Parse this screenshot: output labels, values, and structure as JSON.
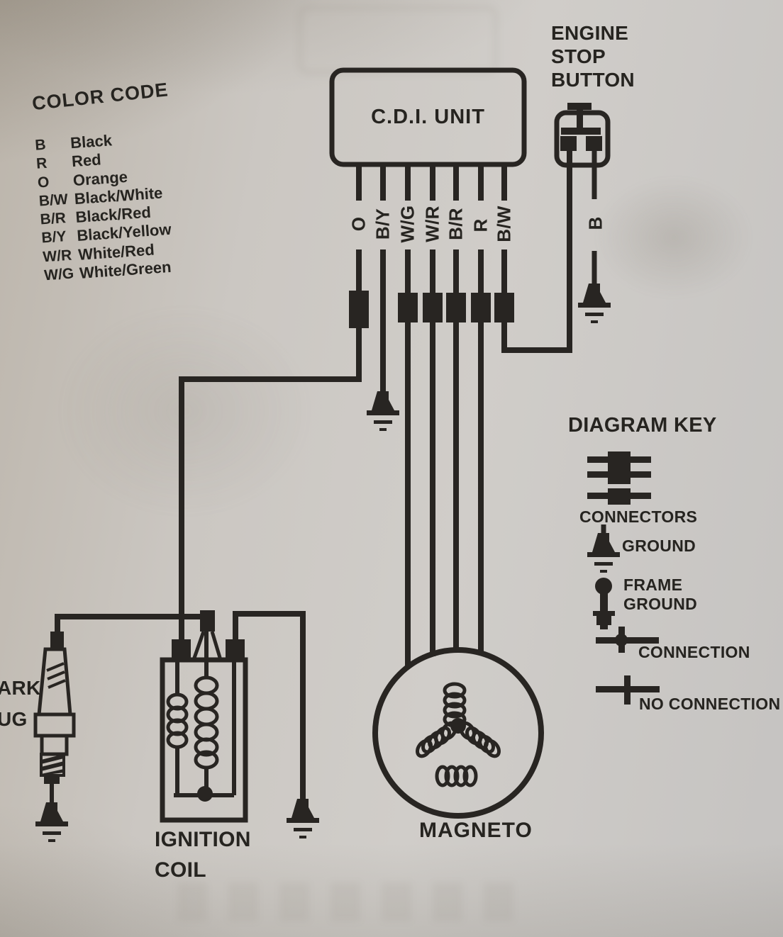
{
  "ink_color": "#282522",
  "paper_color": "#c9c5c0",
  "color_code": {
    "title": "COLOR CODE",
    "entries": [
      {
        "code": "B",
        "name": "Black"
      },
      {
        "code": "R",
        "name": "Red"
      },
      {
        "code": "O",
        "name": "Orange"
      },
      {
        "code": "B/W",
        "name": "Black/White"
      },
      {
        "code": "B/R",
        "name": "Black/Red"
      },
      {
        "code": "B/Y",
        "name": "Black/Yellow"
      },
      {
        "code": "W/R",
        "name": "White/Red"
      },
      {
        "code": "W/G",
        "name": "White/Green"
      }
    ]
  },
  "cdi": {
    "label": "C.D.I. UNIT",
    "wire_labels": [
      "O",
      "B/Y",
      "W/G",
      "W/R",
      "B/R",
      "R",
      "B/W"
    ]
  },
  "stop_button": {
    "lines": [
      "ENGINE",
      "STOP",
      "BUTTON"
    ],
    "wire_label": "B"
  },
  "diagram_key": {
    "title": "DIAGRAM KEY",
    "items": [
      {
        "symbol": "connectors-symbol",
        "label": "CONNECTORS"
      },
      {
        "symbol": "ground-symbol",
        "label": "GROUND"
      },
      {
        "symbol": "frame-ground-symbol",
        "label": "FRAME GROUND",
        "label_lines": [
          "FRAME",
          "GROUND"
        ]
      },
      {
        "symbol": "connection-symbol",
        "label": "CONNECTION"
      },
      {
        "symbol": "no-connection-symbol",
        "label": "NO CONNECTION"
      }
    ]
  },
  "ignition_coil": {
    "label_lines": [
      "IGNITION",
      "COIL"
    ]
  },
  "magneto": {
    "label": "MAGNETO"
  },
  "spark_plug": {
    "visible_label_lines": [
      "ARK",
      "UG"
    ]
  },
  "wires": [
    {
      "label": "O",
      "from": "C.D.I. UNIT",
      "to": "IGNITION COIL"
    },
    {
      "label": "B/Y",
      "from": "C.D.I. UNIT",
      "to": "ground"
    },
    {
      "label": "W/G",
      "from": "C.D.I. UNIT",
      "to": "MAGNETO"
    },
    {
      "label": "W/R",
      "from": "C.D.I. UNIT",
      "to": "MAGNETO"
    },
    {
      "label": "B/R",
      "from": "C.D.I. UNIT",
      "to": "MAGNETO"
    },
    {
      "label": "R",
      "from": "C.D.I. UNIT",
      "to": "MAGNETO"
    },
    {
      "label": "B/W",
      "from": "C.D.I. UNIT",
      "to": "ENGINE STOP BUTTON"
    },
    {
      "label": "B",
      "from": "ENGINE STOP BUTTON",
      "to": "ground"
    }
  ]
}
